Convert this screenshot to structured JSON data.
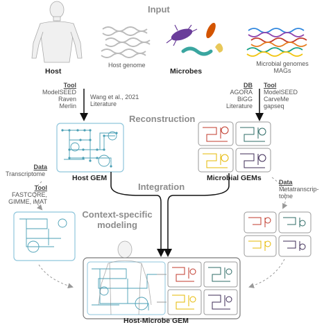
{
  "stages": {
    "input": "Input",
    "reconstruction": "Reconstruction",
    "integration": "Integration",
    "context_specific_1": "Context-specific",
    "context_specific_2": "modeling"
  },
  "host": {
    "label": "Host",
    "genome_label": "Host genome",
    "tool_header": "Tool",
    "tools": [
      "ModelSEED",
      "Raven",
      "Merlin"
    ],
    "ref_1": "Wang et al., 2021",
    "ref_2": "Literature",
    "gem_label": "Host GEM",
    "data_header": "Data",
    "data_value": "Transcriptome",
    "cs_tool_header": "Tool",
    "cs_tools": [
      "FASTCORE,",
      "GIMME, iMAT"
    ]
  },
  "microbes": {
    "label": "Microbes",
    "genome_label_1": "Microbial genomes",
    "genome_label_2": "MAGs",
    "db_header": "DB",
    "dbs": [
      "AGORA",
      "BiGG",
      "Literature"
    ],
    "tool_header": "Tool",
    "tools": [
      "ModelSEED",
      "CarveMe",
      "gapseq"
    ],
    "gem_label": "Microbial GEMs",
    "data_header": "Data",
    "data_value_1": "Metatranscrip-",
    "data_value_2": "tome"
  },
  "result": {
    "label": "Host-Microbe GEM"
  },
  "colors": {
    "network_blue": "#4a9fb5",
    "red": "#c0392b",
    "teal": "#2e6b66",
    "yellow": "#e6b800",
    "purple": "#3d2b56",
    "frame_blue": "#8fc6dc",
    "frame_gray": "#7a7a7a"
  }
}
